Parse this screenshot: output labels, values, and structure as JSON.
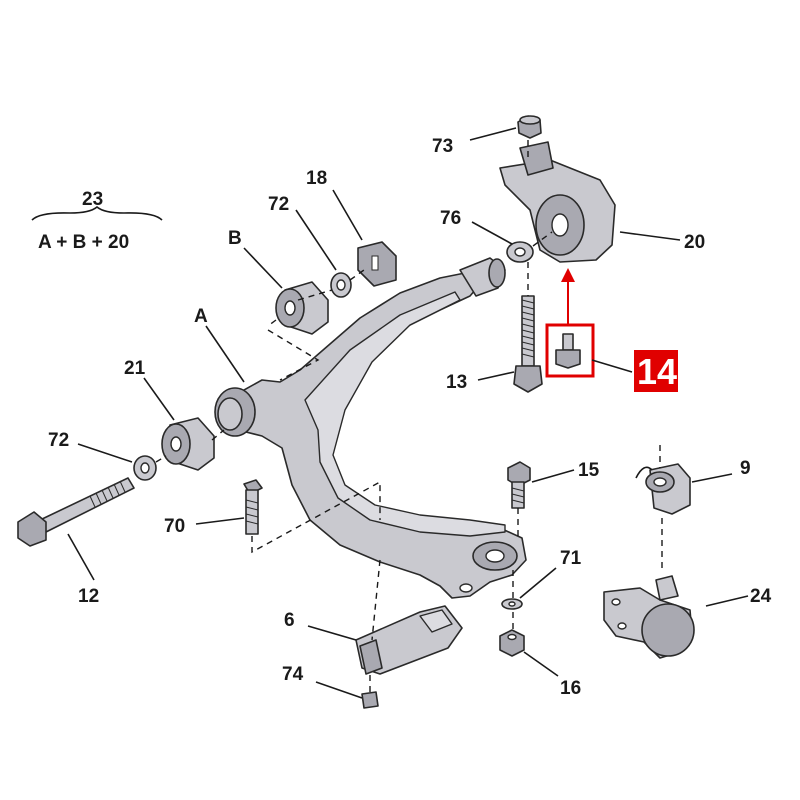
{
  "formula": {
    "total": "23",
    "expression": "A + B + 20"
  },
  "callouts": {
    "c73": "73",
    "c18": "18",
    "c72_top": "72",
    "c76": "76",
    "cB": "B",
    "cA": "A",
    "c20": "20",
    "c21": "21",
    "c13": "13",
    "c14": "14",
    "c72_left": "72",
    "c15": "15",
    "c9": "9",
    "c70": "70",
    "c71": "71",
    "c12": "12",
    "c24": "24",
    "c6": "6",
    "c74": "74",
    "c16": "16"
  },
  "highlight": {
    "color": "#e00000",
    "part": "14"
  }
}
